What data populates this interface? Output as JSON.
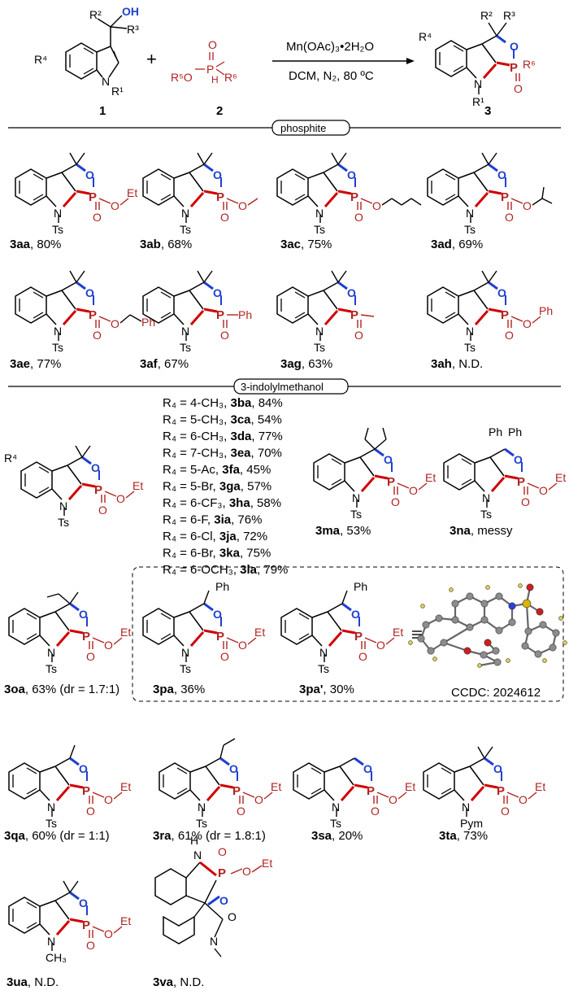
{
  "colors": {
    "bond": "#000000",
    "hetero_o": "#1f3fd1",
    "hetero_p": "#b22222",
    "new_bond_red": "#d10000",
    "new_bond_blue": "#1f3fd1",
    "crystal_c": "#8c8c8c",
    "crystal_h": "#e5d24a",
    "crystal_o": "#cc1f1f",
    "crystal_n": "#2a3fd8",
    "crystal_s": "#d9b400"
  },
  "reaction": {
    "reagent1_number": "1",
    "reagent2_number": "2",
    "product_number": "3",
    "plus": "+",
    "conditions_top": "Mn(OAc)₃•2H₂O",
    "conditions_bottom": "DCM, N₂, 80 ºC",
    "r1": "R¹",
    "r2": "R²",
    "r3": "R³",
    "r4": "R⁴",
    "r5o": "R⁵O",
    "r6": "R⁶",
    "oh": "OH",
    "n": "N",
    "p": "P",
    "o": "O",
    "h": "H"
  },
  "sections": {
    "phosphite": "phosphite",
    "indolylmethanol": "3-indolylmethanol"
  },
  "atoms": {
    "ts": "Ts",
    "et": "Et",
    "ph": "Ph",
    "pym": "Pym",
    "ch3": "CH₃",
    "h": "H",
    "r4": "R⁴"
  },
  "compounds": [
    {
      "id": "3aa",
      "yield": ", 80%"
    },
    {
      "id": "3ab",
      "yield": ", 68%"
    },
    {
      "id": "3ac",
      "yield": ", 75%"
    },
    {
      "id": "3ad",
      "yield": ", 69%"
    },
    {
      "id": "3ae",
      "yield": ", 77%"
    },
    {
      "id": "3af",
      "yield": ", 67%"
    },
    {
      "id": "3ag",
      "yield": ", 63%"
    },
    {
      "id": "3ah",
      "yield": ", N.D."
    },
    {
      "id": "3ma",
      "yield": ", 53%"
    },
    {
      "id": "3na",
      "yield": ", messy"
    },
    {
      "id": "3oa",
      "yield": ", 63% (dr = 1.7:1)"
    },
    {
      "id": "3pa",
      "yield": ", 36%"
    },
    {
      "id": "3pa'",
      "yield": ", 30%"
    },
    {
      "id": "3qa",
      "yield": ", 60% (dr = 1:1)"
    },
    {
      "id": "3ra",
      "yield": ", 61% (dr = 1.8:1)"
    },
    {
      "id": "3sa",
      "yield": ", 20%"
    },
    {
      "id": "3ta",
      "yield": ", 73%"
    },
    {
      "id": "3ua",
      "yield": ", N.D."
    },
    {
      "id": "3va",
      "yield": ", N.D."
    }
  ],
  "r4_table": [
    {
      "sub": "4-CH₃",
      "id": "3ba",
      "yield": ", 84%"
    },
    {
      "sub": "5-CH₃",
      "id": "3ca",
      "yield": ", 54%"
    },
    {
      "sub": "6-CH₃",
      "id": "3da",
      "yield": ", 77%"
    },
    {
      "sub": "7-CH₃",
      "id": "3ea",
      "yield": ", 70%"
    },
    {
      "sub": "5-Ac",
      "id": "3fa",
      "yield": ", 45%"
    },
    {
      "sub": "5-Br",
      "id": "3ga",
      "yield": ", 57%"
    },
    {
      "sub": "6-CF₃",
      "id": "3ha",
      "yield": ", 58%"
    },
    {
      "sub": "6-F",
      "id": "3ia",
      "yield": ", 76%"
    },
    {
      "sub": "6-Cl",
      "id": "3ja",
      "yield": ", 72%"
    },
    {
      "sub": "6-Br",
      "id": "3ka",
      "yield": ", 75%"
    },
    {
      "sub": "6-OCH₃",
      "id": "3la",
      "yield": ", 79%"
    }
  ],
  "r4_prefix": "R₄ = ",
  "ccdc": "CCDC: 2024612"
}
